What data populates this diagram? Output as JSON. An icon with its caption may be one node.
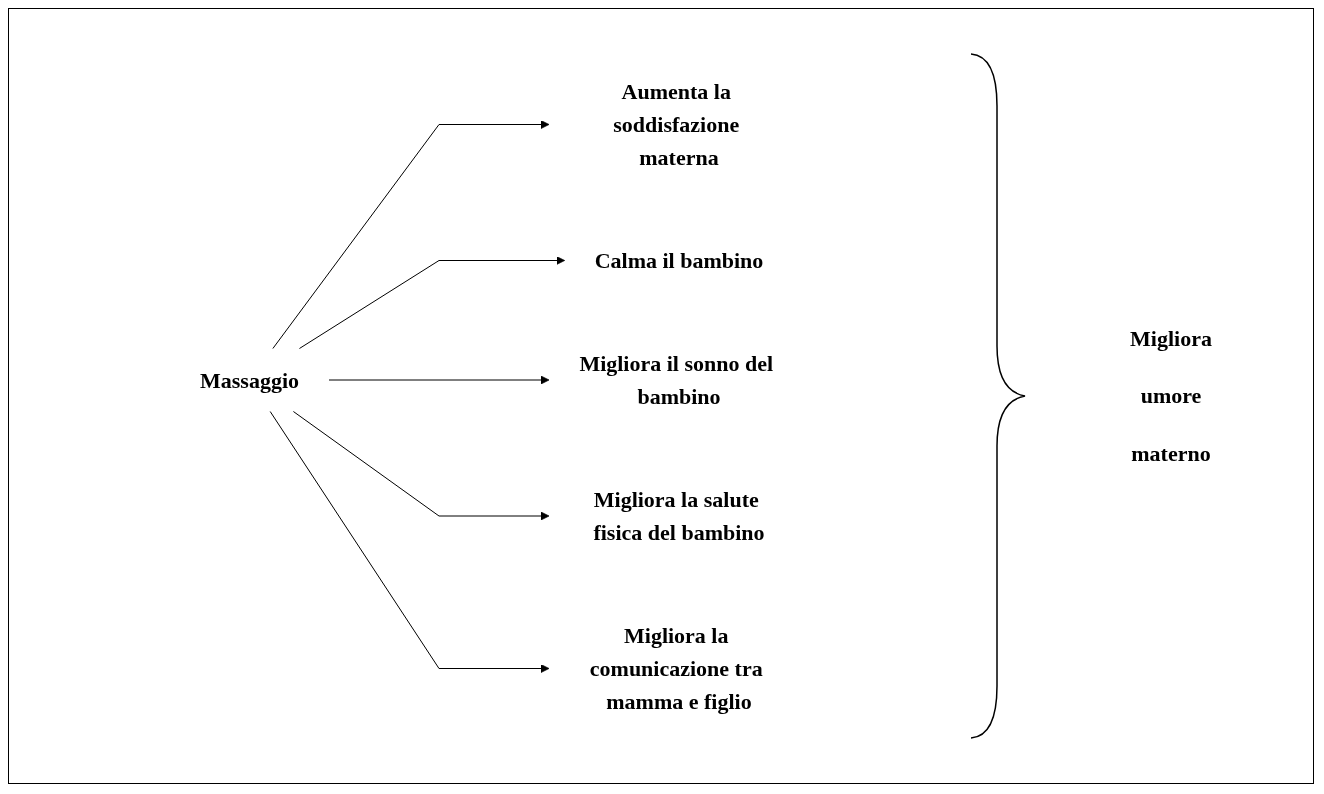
{
  "diagram": {
    "nodes": [
      {
        "text": [
          "Massaggio"
        ]
      },
      {
        "text": [
          "Aumenta la soddisfazione materna"
        ]
      },
      {
        "text": [
          "Calma il bambino"
        ]
      },
      {
        "text": [
          "Migliora il sonno del bambino"
        ]
      },
      {
        "text": [
          "Migliora la salute fisica del bambino"
        ]
      },
      {
        "text": [
          "Migliora la comunicazione tra mamma e figlio"
        ]
      }
    ],
    "edges": [
      {
        "from": 0,
        "to": 1,
        "arrow": "to"
      },
      {
        "from": 0,
        "to": 2,
        "arrow": "to"
      },
      {
        "from": 0,
        "to": 3,
        "arrow": "to"
      },
      {
        "from": 0,
        "to": 4,
        "arrow": "to"
      },
      {
        "from": 0,
        "to": 5,
        "arrow": "to"
      }
    ],
    "labels": [
      "Migliora umore materno"
    ]
  }
}
